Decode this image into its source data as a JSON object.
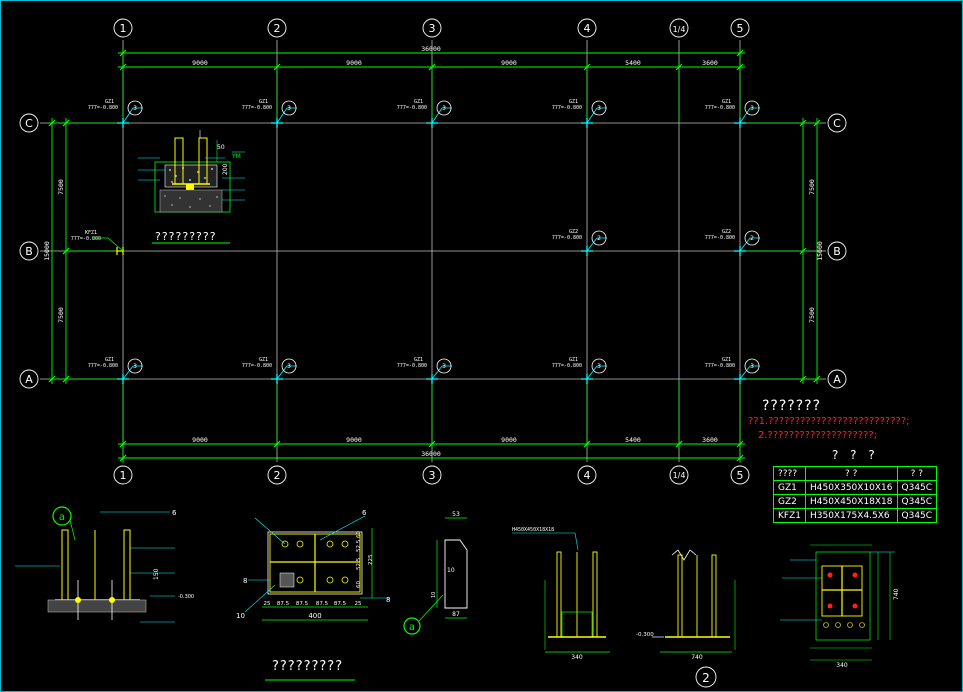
{
  "grid": {
    "columns": [
      "1",
      "2",
      "3",
      "4",
      "1/4",
      "5"
    ],
    "rows": [
      "C",
      "B",
      "A"
    ],
    "spans_top": [
      "9000",
      "9000",
      "9000",
      "5400",
      "3600"
    ],
    "total_top": "36000",
    "spans_bottom": [
      "9000",
      "9000",
      "9000",
      "5400",
      "3600"
    ],
    "total_bottom": "36000",
    "row_spans_left": [
      "7500",
      "7500"
    ],
    "total_left": "15000",
    "row_spans_right": [
      "7500",
      "7500"
    ],
    "total_right": "15000"
  },
  "column_tags": {
    "gz1": "GZ1",
    "gz2": "GZ2",
    "kfz1": "KFZ1",
    "elev": "777=-0.800",
    "detail_1": "1",
    "detail_2": "2",
    "detail_3": "3"
  },
  "notes": {
    "title": "???????",
    "line1": "??1.??????????????????????????;",
    "line2": "2.????????????????????;"
  },
  "legend": {
    "title": "? ? ?",
    "header": [
      "????",
      "? ?",
      "? ?"
    ],
    "rows": [
      [
        "GZ1",
        "H450X350X10X16",
        "Q345C"
      ],
      [
        "GZ2",
        "H450X450X18X18",
        "Q345C"
      ],
      [
        "KFZ1",
        "H350X175X4.5X6",
        "Q345C"
      ]
    ]
  },
  "captions": {
    "plan_caption": "?????????",
    "bottom_caption": "?????????",
    "detail_circle_2": "2",
    "detail_circle_a": "a"
  },
  "detail_labels": {
    "base_dim_400": "400",
    "base_dims": [
      "25",
      "87.5",
      "87.5",
      "87.5",
      "87.5",
      "25"
    ],
    "base_side": [
      "60",
      "52.5",
      "52.5",
      "60",
      "225"
    ],
    "stiffener_top": "53",
    "stiffener_h": "10",
    "stiffener_w": "87",
    "elev_minus": "-0.300",
    "dim_340": "340",
    "dim_740": "740",
    "dim_150": "150",
    "dim_200": "200",
    "dim_6": "6",
    "dim_8": "8",
    "dim_10": "10",
    "dim_50": "50",
    "beam_tag": "H450X450X18X18",
    "ym": "YM"
  },
  "colors": {
    "background": "#000000",
    "dimension": "#00ff00",
    "grid": "#ffffff",
    "tag": "#00ffff",
    "member": "#ffff00",
    "notes_red": "#ff2020",
    "frame": "#00bcd4"
  }
}
